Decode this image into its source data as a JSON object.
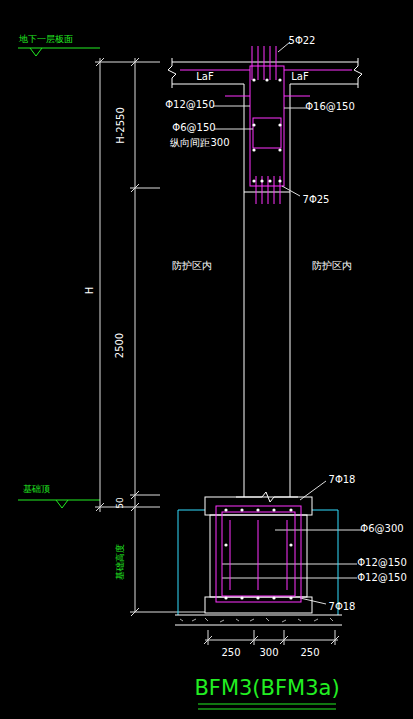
{
  "diagram": {
    "title": "BFM3(BFM3a)",
    "labels": [
      "地下一层板面",
      "5Φ22",
      "LaF",
      "LaF",
      "Φ12@150",
      "Φ16@150",
      "Φ6@150",
      "纵向间距300",
      "7Φ25",
      "H-2550",
      "H",
      "2500",
      "防护区内",
      "防护区内",
      "基础顶",
      "50",
      "7Φ18",
      "Φ6@300",
      "Φ12@150",
      "Φ12@150",
      "7Φ18",
      "基础高度",
      "250",
      "300",
      "250"
    ]
  }
}
